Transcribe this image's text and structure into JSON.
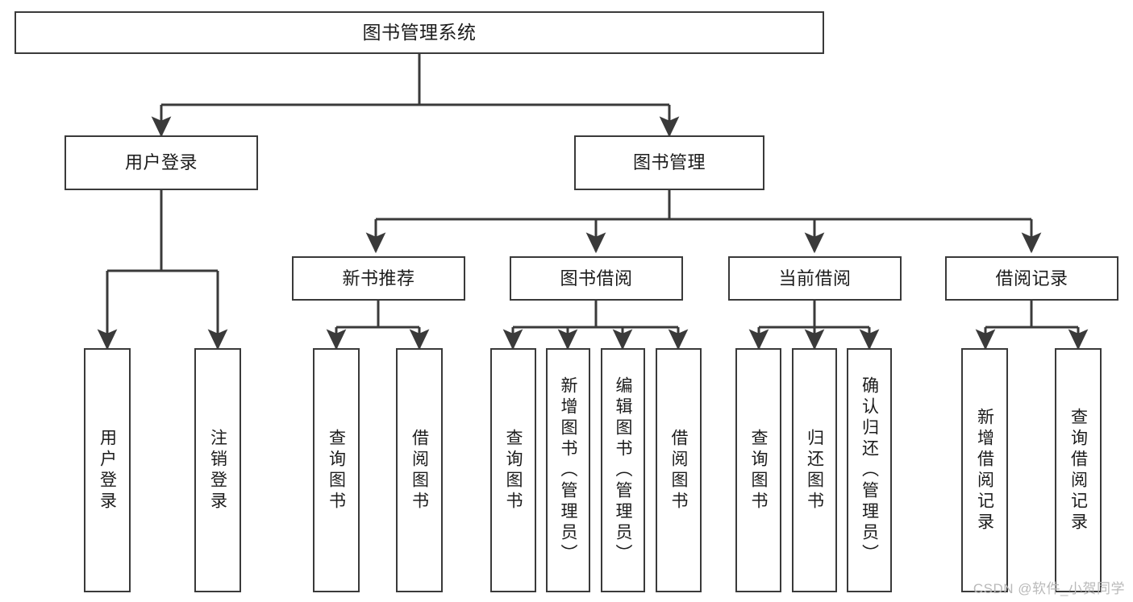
{
  "diagram": {
    "title": "图书管理系统",
    "type": "tree-hierarchy-diagram",
    "root": {
      "label": "图书管理系统"
    },
    "level2": [
      {
        "label": "用户登录"
      },
      {
        "label": "图书管理"
      }
    ],
    "level3": [
      {
        "label": "新书推荐"
      },
      {
        "label": "图书借阅"
      },
      {
        "label": "当前借阅"
      },
      {
        "label": "借阅记录"
      }
    ],
    "leaves": {
      "user_login": [
        {
          "label": "用户登录"
        },
        {
          "label": "注销登录"
        }
      ],
      "new_book_recommend": [
        {
          "label": "查询图书"
        },
        {
          "label": "借阅图书"
        }
      ],
      "book_borrow": [
        {
          "label": "查询图书"
        },
        {
          "label": "新增图书（管理员）"
        },
        {
          "label": "编辑图书（管理员）"
        },
        {
          "label": "借阅图书"
        }
      ],
      "current_borrow": [
        {
          "label": "查询图书"
        },
        {
          "label": "归还图书"
        },
        {
          "label": "确认归还（管理员）"
        }
      ],
      "borrow_record": [
        {
          "label": "新增借阅记录"
        },
        {
          "label": "查询借阅记录"
        }
      ]
    }
  },
  "watermark": {
    "text": "CSDN @软件_小贺同学"
  },
  "colors": {
    "stroke": "#3a3a3a",
    "background": "#ffffff",
    "text": "#1c1c1c",
    "watermark": "#b9b9b9"
  }
}
